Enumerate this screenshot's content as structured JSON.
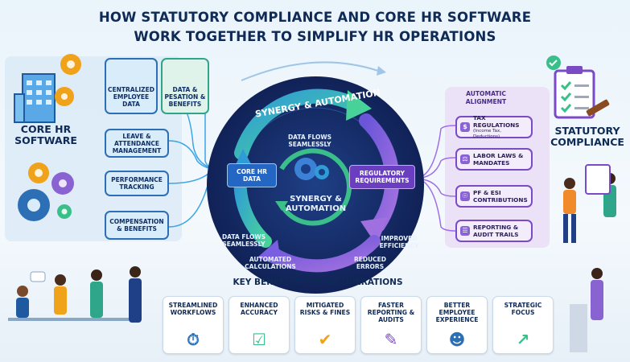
{
  "title": {
    "line1": "HOW STATUTORY COMPLIANCE AND CORE HR SOFTWARE",
    "line2": "WORK TOGETHER TO SIMPLIFY HR OPERATIONS"
  },
  "core_hr": {
    "label_line1": "CORE HR",
    "label_line2": "SOFTWARE",
    "cards": [
      "CENTRALIZED EMPLOYEE DATA",
      "DATA & PESATION & BENEFITS",
      "LEAVE & ATTENDANCE MANAGEMENT",
      "PERFORMANCE TRACKING",
      "COMPENSATION & BENEFITS"
    ]
  },
  "center": {
    "arc_title": "SYNERGY & AUTOMATION",
    "core_box_line1": "CORE HR",
    "core_box_line2": "DATA",
    "regulatory_line1": "REGULATORY",
    "regulatory_line2": "REQUIREMENTS",
    "data_flows_top": "DATA FLOWS SEAMLESSLY",
    "synergy_line1": "SYNERGY &",
    "synergy_line2": "AUTOMATION",
    "data_flows_bottom": "DATA FLOWS SEAMLESSLY",
    "automated": "AUTOMATED CALCULATIONS",
    "improved": "IMPROVED EFFICIENCY",
    "reduced": "REDUCED ERRORS"
  },
  "statutory": {
    "label_line1": "STATUTORY",
    "label_line2": "COMPLIANCE",
    "alignment": "AUTOMATIC ALIGNMENT",
    "cards": [
      {
        "title": "TAX REGULATIONS",
        "sub": "(Income Tax, Deductions)"
      },
      {
        "title": "LABOR LAWS & MANDATES",
        "sub": ""
      },
      {
        "title": "PF & ESI CONTRIBUTIONS",
        "sub": ""
      },
      {
        "title": "REPORTING & AUDIT TRAILS",
        "sub": ""
      }
    ]
  },
  "benefits": {
    "heading": "KEY BENEFITS FOR HR OPERATIONS",
    "items": [
      {
        "label": "STREAMLINED WORKFLOWS",
        "icon": "stopwatch-icon"
      },
      {
        "label": "ENHANCED ACCURACY",
        "icon": "checklist-icon"
      },
      {
        "label": "MITIGATED RISKS & FINES",
        "icon": "shield-check-icon"
      },
      {
        "label": "FASTER REPORTING & AUDITS",
        "icon": "document-pen-icon"
      },
      {
        "label": "BETTER EMPLOYEE EXPERIENCE",
        "icon": "people-icon"
      },
      {
        "label": "STRATEGIC FOCUS",
        "icon": "growth-chart-icon"
      }
    ]
  },
  "colors": {
    "navy": "#0f2a55",
    "blue": "#2d6fb5",
    "green": "#3bbf8a",
    "purple": "#7a4bc4",
    "orange": "#f0a21a"
  }
}
